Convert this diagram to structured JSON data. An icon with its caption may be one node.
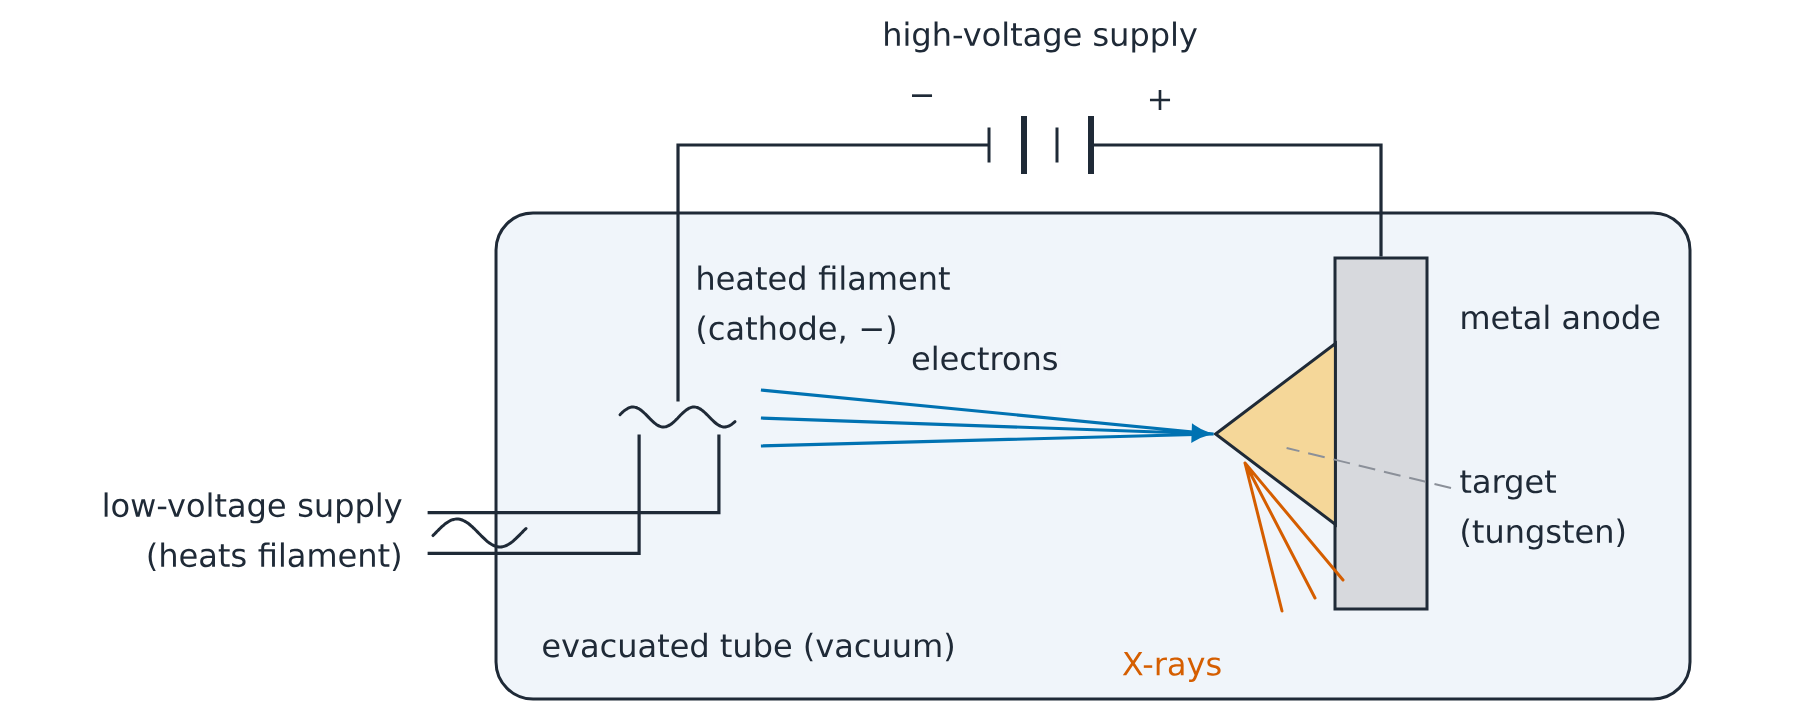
{
  "diagram": {
    "nodes": [
      {
        "text": [
          "high-voltage supply",
          "−",
          "+"
        ]
      },
      {
        "text": [
          "evacuated tube (vacuum)"
        ]
      },
      {
        "text": [
          "heated filament (cathode, −)"
        ],
        "in": 1
      },
      {
        "text": [
          "low-voltage supply (heats filament)"
        ]
      },
      {
        "text": [],
        "shape": "box",
        "beside": [
          "metal anode"
        ],
        "in": 1
      },
      {
        "text": [],
        "shape": "triangle",
        "in": 1
      },
      {
        "text": [
          "target (tungsten)"
        ],
        "in": 1
      }
    ],
    "edges": [
      {
        "from": 0,
        "to": 2,
        "arrow": "none"
      },
      {
        "from": 0,
        "to": 4,
        "arrow": "none"
      },
      {
        "from": 3,
        "to": 2,
        "arrow": "none"
      },
      {
        "from": 3,
        "to": 2,
        "arrow": "none"
      },
      {
        "from": 2,
        "to": 5,
        "arrow": "to",
        "label": "electrons",
        "color": "#0072b2"
      },
      {
        "from": 6,
        "to": 5,
        "arrow": "none",
        "style": "dashed",
        "color": "#8b9099"
      }
    ],
    "labels": [
      "X-rays"
    ]
  }
}
